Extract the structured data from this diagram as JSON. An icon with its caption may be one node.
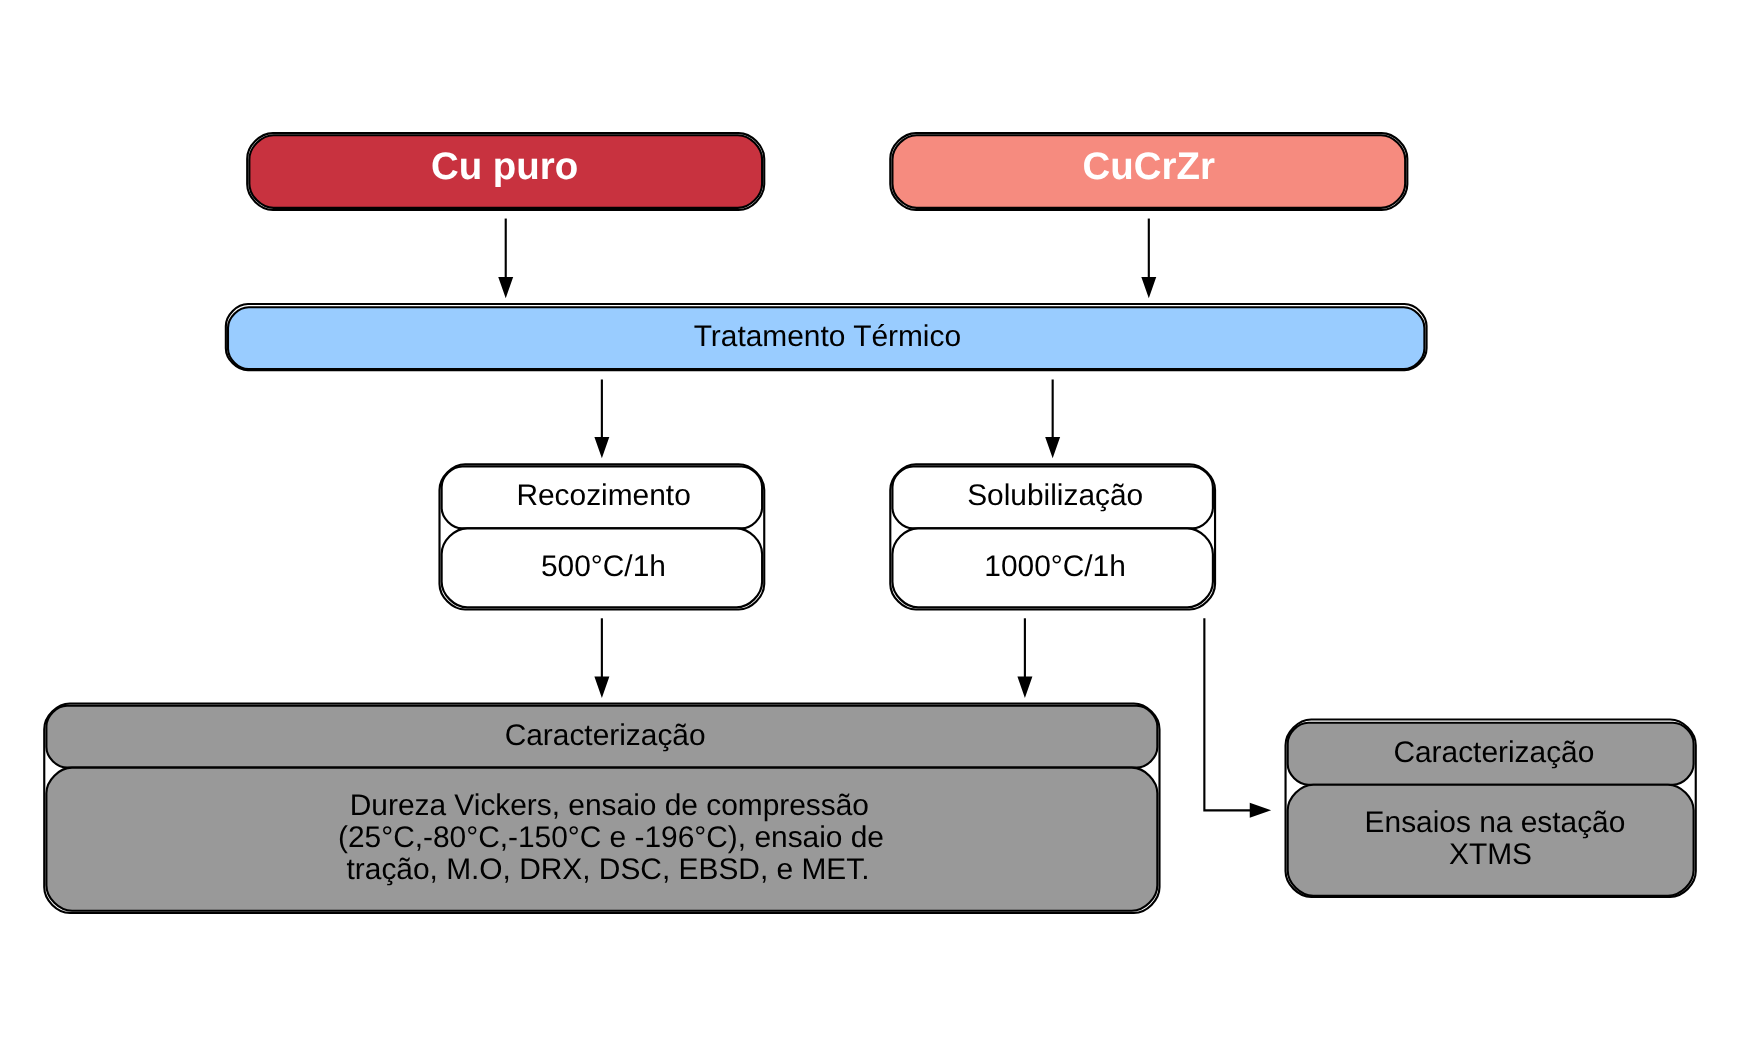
{
  "diagram": {
    "nodes": [
      {
        "text": [
          "Cu puro"
        ]
      },
      {
        "text": [
          "CuCrZr"
        ]
      },
      {
        "text": [
          "Tratamento Térmico"
        ]
      },
      {
        "text": [
          "Recozimento",
          "500°C/1h"
        ]
      },
      {
        "text": [
          "Solubilização",
          "1000°C/1h"
        ]
      },
      {
        "text": [
          "Caracterização",
          "Dureza Vickers, ensaio de compressão (25°C,-80°C,-150°C e -196°C), ensaio de tração, M.O, DRX, DSC, EBSD, e MET."
        ]
      },
      {
        "text": [
          "Caracterização",
          "Ensaios na estação XTMS"
        ]
      }
    ],
    "edges": [
      {
        "from": 0,
        "to": 2,
        "arrow": "to"
      },
      {
        "from": 1,
        "to": 2,
        "arrow": "to"
      },
      {
        "from": 2,
        "to": 3,
        "arrow": "to"
      },
      {
        "from": 2,
        "to": 4,
        "arrow": "to"
      },
      {
        "from": 3,
        "to": 5,
        "arrow": "to"
      },
      {
        "from": 4,
        "to": 5,
        "arrow": "to"
      },
      {
        "from": 4,
        "to": 6,
        "arrow": "to"
      }
    ]
  }
}
